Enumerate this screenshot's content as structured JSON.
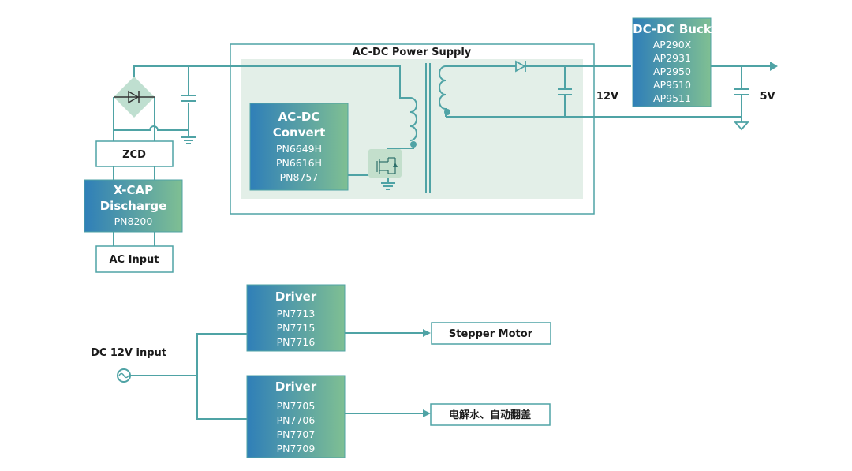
{
  "colors": {
    "wire": "#4fa3a5",
    "bridge_fill": "#bfdfd0",
    "region_fill": "#e3efe8",
    "mosfet_fill": "#c3dfcc",
    "gradient_start": "#2f7fb8",
    "gradient_end": "#7fbf93",
    "text": "#1a1a1a",
    "chip_text": "#ffffff"
  },
  "top": {
    "power_supply_label": "AC-DC Power Supply",
    "zcd": "ZCD",
    "xcap": {
      "title1": "X-CAP",
      "title2": "Discharge",
      "parts": [
        "PN8200"
      ]
    },
    "ac_input": "AC Input",
    "acdc": {
      "title1": "AC-DC",
      "title2": "Convert",
      "parts": [
        "PN6649H",
        "PN6616H",
        "PN8757"
      ]
    },
    "buck": {
      "title": "DC-DC Buck",
      "parts": [
        "AP290X",
        "AP2931",
        "AP2950",
        "AP9510",
        "AP9511"
      ]
    },
    "label_12v": "12V",
    "label_5v": "5V"
  },
  "bottom": {
    "dc_input_label": "DC 12V input",
    "driver1": {
      "title": "Driver",
      "parts": [
        "PN7713",
        "PN7715",
        "PN7716"
      ]
    },
    "driver2": {
      "title": "Driver",
      "parts": [
        "PN7705",
        "PN7706",
        "PN7707",
        "PN7709"
      ]
    },
    "output1": "Stepper Motor",
    "output2": "电解水、自动翻盖"
  }
}
